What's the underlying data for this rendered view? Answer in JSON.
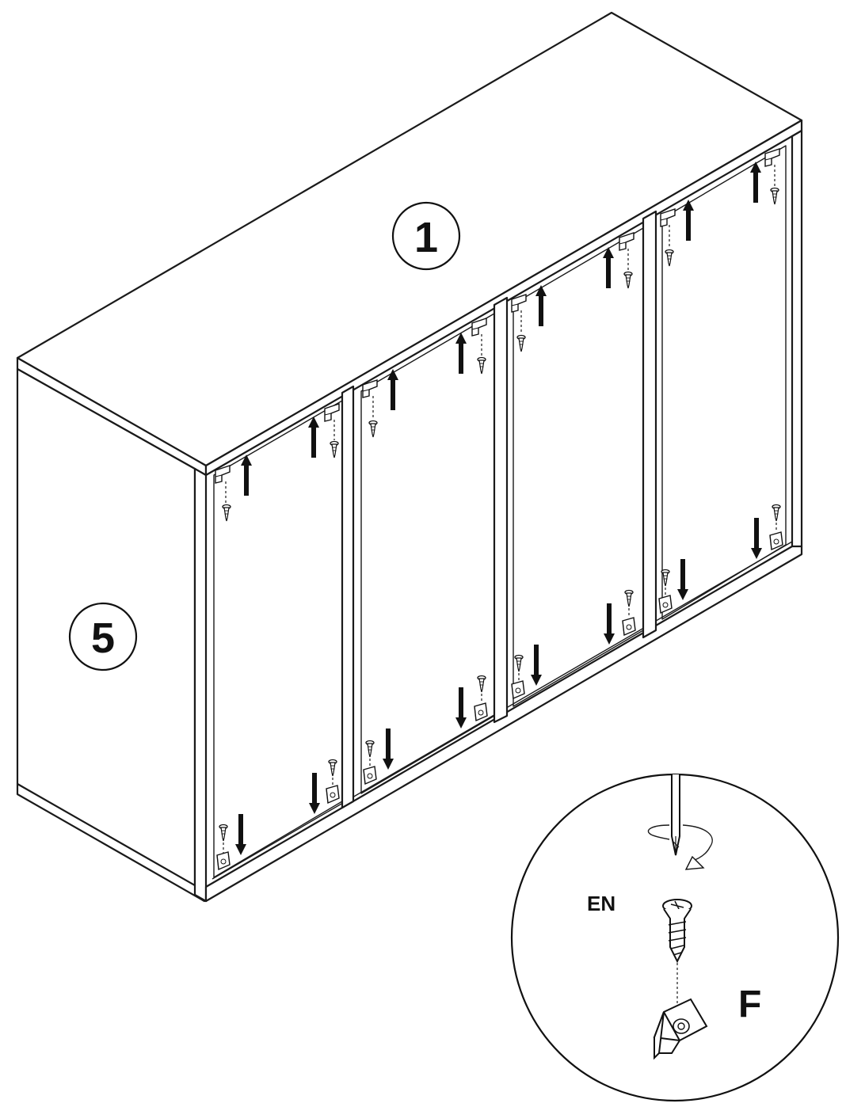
{
  "labels": {
    "top_panel": "1",
    "side_panel": "5",
    "detail_language": "EN",
    "detail_part": "F"
  }
}
